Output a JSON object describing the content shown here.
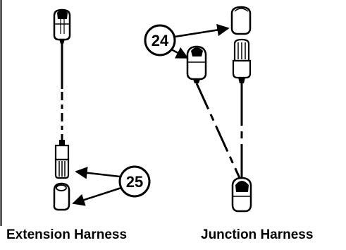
{
  "callouts": {
    "connector_pair_right": "24",
    "connector_pair_left": "25"
  },
  "captions": {
    "extension": "Extension Harness",
    "junction": "Junction Harness"
  }
}
